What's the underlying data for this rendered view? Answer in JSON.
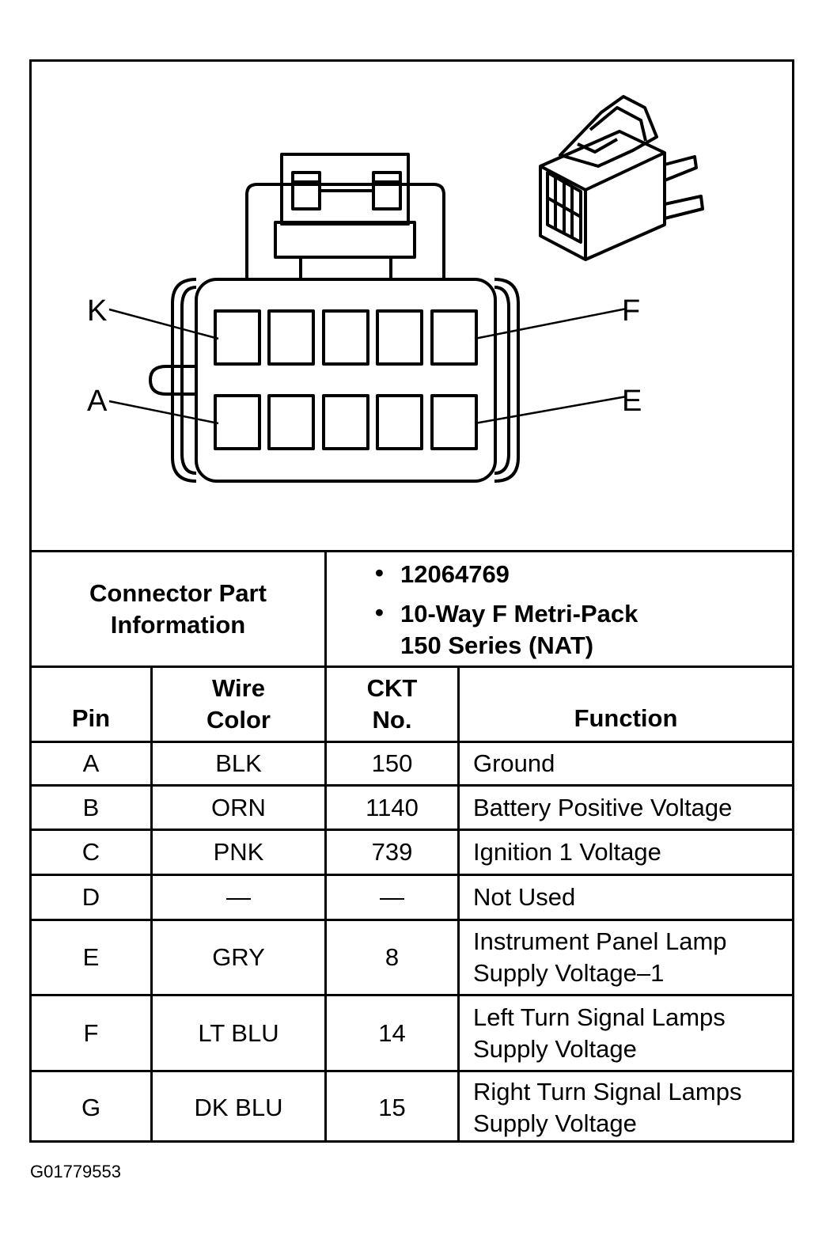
{
  "connector_view": {
    "pin_labels": {
      "top_left": "K",
      "top_right": "F",
      "bottom_left": "A",
      "bottom_right": "E"
    }
  },
  "part_info": {
    "label": "Connector Part Information",
    "items": [
      "12064769",
      "10-Way F Metri-Pack",
      "150 Series (NAT)"
    ]
  },
  "table": {
    "headers": {
      "pin": "Pin",
      "wire_color": "Wire Color",
      "ckt": "CKT No.",
      "function": "Function"
    },
    "rows": [
      {
        "pin": "A",
        "wire_color": "BLK",
        "ckt": "150",
        "function": "Ground"
      },
      {
        "pin": "B",
        "wire_color": "ORN",
        "ckt": "1140",
        "function": "Battery Positive Voltage"
      },
      {
        "pin": "C",
        "wire_color": "PNK",
        "ckt": "739",
        "function": "Ignition 1 Voltage"
      },
      {
        "pin": "D",
        "wire_color": "—",
        "ckt": "—",
        "function": "Not Used"
      },
      {
        "pin": "E",
        "wire_color": "GRY",
        "ckt": "8",
        "function": "Instrument Panel Lamp Supply Voltage–1"
      },
      {
        "pin": "F",
        "wire_color": "LT BLU",
        "ckt": "14",
        "function": "Left Turn Signal Lamps Supply Voltage"
      },
      {
        "pin": "G",
        "wire_color": "DK BLU",
        "ckt": "15",
        "function": "Right Turn Signal Lamps Supply Voltage"
      }
    ]
  },
  "figure_id": "G01779553"
}
